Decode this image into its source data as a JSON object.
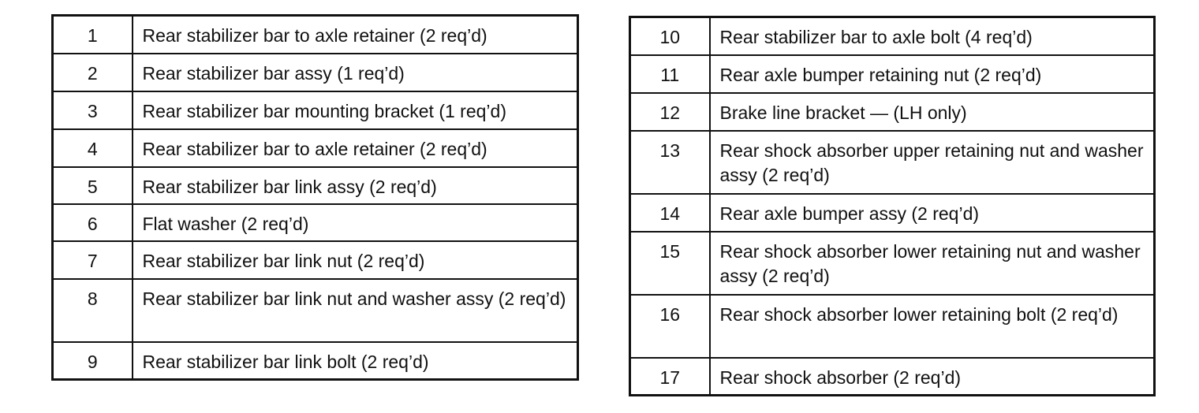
{
  "left_table": {
    "rows": [
      {
        "num": "1",
        "desc": "Rear stabilizer bar to axle retainer (2 req’d)"
      },
      {
        "num": "2",
        "desc": "Rear stabilizer bar assy (1 req’d)"
      },
      {
        "num": "3",
        "desc": "Rear stabilizer bar mounting bracket (1 req’d)"
      },
      {
        "num": "4",
        "desc": "Rear stabilizer bar to axle retainer (2 req’d)"
      },
      {
        "num": "5",
        "desc": "Rear stabilizer bar link assy (2 req’d)"
      },
      {
        "num": "6",
        "desc": "Flat washer (2 req’d)"
      },
      {
        "num": "7",
        "desc": "Rear stabilizer bar link nut (2 req’d)"
      },
      {
        "num": "8",
        "desc": "Rear stabilizer bar link nut and washer assy (2 req’d)"
      },
      {
        "num": "9",
        "desc": "Rear stabilizer bar link bolt (2 req’d)"
      }
    ]
  },
  "right_table": {
    "rows": [
      {
        "num": "10",
        "desc": "Rear stabilizer bar to axle bolt (4 req’d)"
      },
      {
        "num": "11",
        "desc": "Rear axle bumper retaining nut (2 req’d)"
      },
      {
        "num": "12",
        "desc": "Brake line bracket — (LH only)"
      },
      {
        "num": "13",
        "desc": "Rear shock absorber upper retaining nut and washer assy (2 req’d)"
      },
      {
        "num": "14",
        "desc": "Rear axle bumper assy (2 req’d)"
      },
      {
        "num": "15",
        "desc": "Rear shock absorber lower retaining nut and washer assy (2 req’d)"
      },
      {
        "num": "16",
        "desc": "Rear shock absorber lower retaining bolt (2 req’d)"
      },
      {
        "num": "17",
        "desc": "Rear shock absorber (2 req’d)"
      }
    ]
  }
}
